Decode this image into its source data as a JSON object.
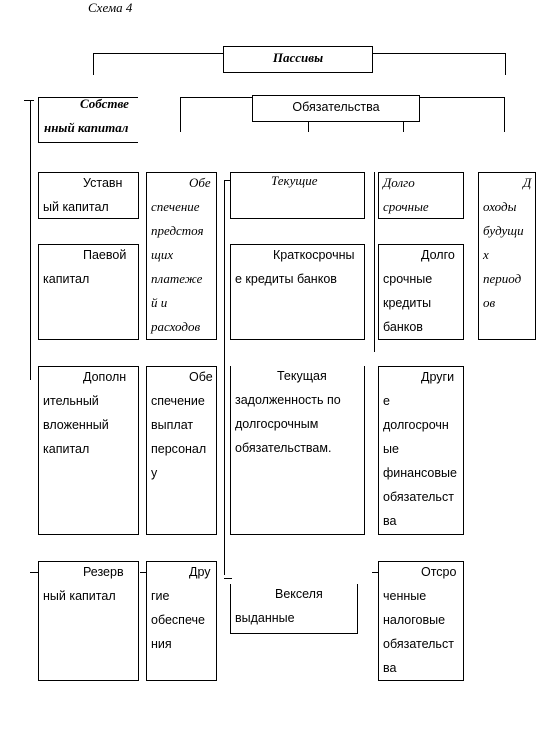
{
  "scheme_label": "Схема 4",
  "top": {
    "title": "Пассивы"
  },
  "equity": {
    "title": "Собстве\nнный капитал",
    "items": [
      {
        "first": "Уставн",
        "rest": "ый капитал"
      },
      {
        "first": "Паевой",
        "rest": "капитал"
      },
      {
        "first": "Дополн",
        "rest": "ительный\nвложенный\nкапитал"
      },
      {
        "first": "Резерв",
        "rest": "ный капитал"
      }
    ]
  },
  "provisions": {
    "items": [
      {
        "first": "Обе",
        "rest": "спечение\nпредстоя\nщих\nплатеже\nй        и\nрасходов"
      },
      {
        "first": "Обе",
        "rest": "спечение\nвыплат\nперсонал\nу"
      },
      {
        "first": "Дру",
        "rest": "гие\nобеспече\nния"
      }
    ]
  },
  "liabilities": {
    "title": "Обязательства",
    "current": {
      "title": "Текущие",
      "items": [
        {
          "first": "Краткосрочны",
          "rest": "е кредиты банков"
        },
        {
          "first": "Текущая",
          "rest": "задолженность      по\nдолгосрочным\nобязательствам."
        },
        {
          "first": "Векселя",
          "rest": "выданные"
        }
      ]
    },
    "long_term": {
      "title": "Долго\nсрочные",
      "items": [
        {
          "first": "Долго",
          "rest": "срочные\nкредиты\nбанков"
        },
        {
          "first": "Други",
          "rest": "е\nдолгосрочн\nые\nфинансовые\nобязательст\nва"
        },
        {
          "first": "Отсро",
          "rest": "ченные\nналоговые\nобязательст\nва"
        }
      ]
    },
    "deferred_income": {
      "first": "Д",
      "rest": "оходы\nбудущи\nх\nпериод\nов"
    }
  }
}
